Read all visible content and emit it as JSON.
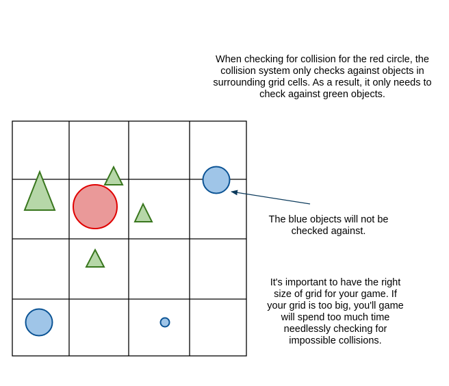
{
  "notes": {
    "collision_explanation": "When checking for collision for the red circle, the collision system only checks against objects in surrounding grid cells. As a result, it only needs to check against green objects.",
    "blue_objects": "The blue objects will not be checked against.",
    "grid_size_advice": "It's important to have the right size of grid for your game. If your grid is too big, you'll game will spend too much time needlessly checking for impossible collisions."
  },
  "grid": {
    "rows": 4,
    "columns": 4
  },
  "colors": {
    "green_fill": "#b6d7a8",
    "green_stroke": "#38761d",
    "blue_fill": "#9fc5e8",
    "blue_stroke": "#0b5394",
    "red_fill": "#ea9999",
    "red_stroke": "#e00000",
    "grid_line": "#000000",
    "arrow": "#0b3a5c"
  },
  "objects": [
    {
      "shape": "triangle",
      "color": "green",
      "role": "checked"
    },
    {
      "shape": "triangle",
      "color": "green",
      "role": "checked"
    },
    {
      "shape": "triangle",
      "color": "green",
      "role": "checked"
    },
    {
      "shape": "triangle",
      "color": "green",
      "role": "checked"
    },
    {
      "shape": "circle",
      "color": "red",
      "role": "subject"
    },
    {
      "shape": "circle",
      "color": "blue",
      "role": "not-checked"
    },
    {
      "shape": "circle",
      "color": "blue",
      "role": "not-checked"
    },
    {
      "shape": "circle",
      "color": "blue",
      "role": "not-checked"
    }
  ]
}
